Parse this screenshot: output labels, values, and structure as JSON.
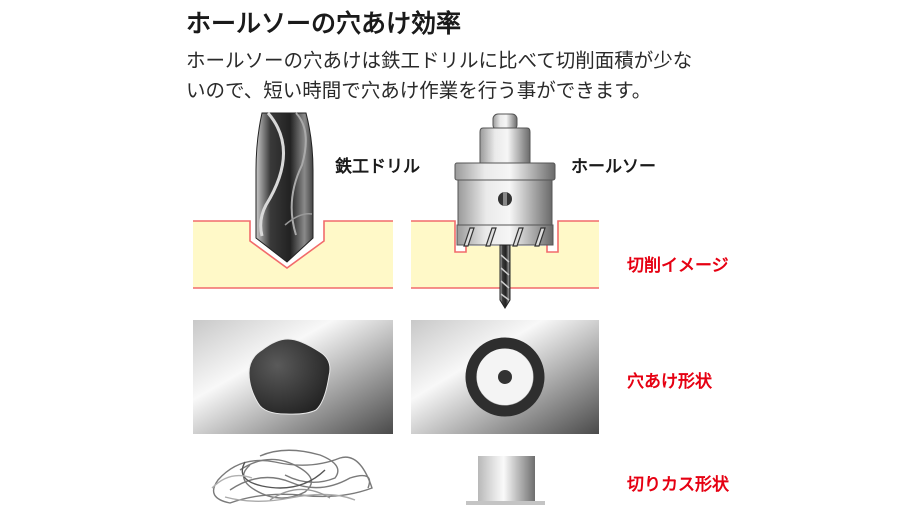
{
  "header": {
    "title": "ホールソーの穴あけ効率",
    "description": "ホールソーの穴あけは鉄工ドリルに比べて切削面積が少な\nいので、短い時間で穴あけ作業を行う事ができます。"
  },
  "columns": [
    {
      "label": "鉄工ドリル",
      "hole_shape": "irregular-pentagon-hole",
      "chip_shape": "tangled-chips"
    },
    {
      "label": "ホールソー",
      "hole_shape": "ring-hole",
      "chip_shape": "cylindrical-slug"
    }
  ],
  "rows": [
    {
      "label": "切削イメージ"
    },
    {
      "label": "穴あけ形状"
    },
    {
      "label": "切りカス形状"
    }
  ],
  "colors": {
    "accent_red": "#e60012",
    "material_fill": "#fff9c8",
    "cut_line": "#f26b6b"
  }
}
